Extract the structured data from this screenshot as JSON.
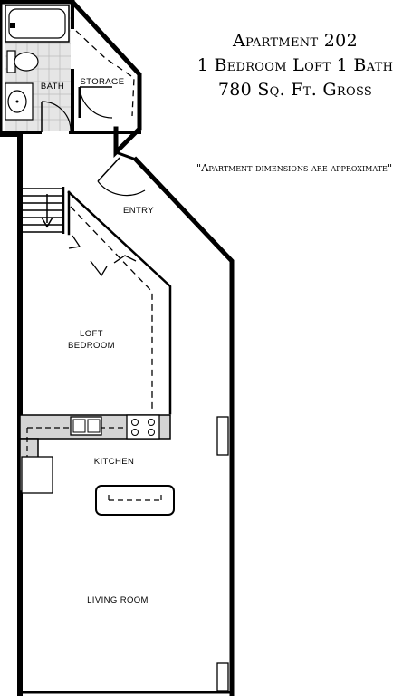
{
  "title": {
    "line1": "Apartment 202",
    "line2": "1 Bedroom Loft  1 Bath",
    "line3": "780 Sq. Ft. Gross"
  },
  "note": "\"Apartment dimensions are approximate\"",
  "rooms": {
    "bath": "BATH",
    "storage": "STORAGE",
    "entry": "ENTRY",
    "loft_line1": "LOFT",
    "loft_line2": "BEDROOM",
    "kitchen": "KITCHEN",
    "living": "LIVING ROOM"
  },
  "colors": {
    "wall": "#000000",
    "counter": "#d4d4d4",
    "tile": "#e2e2e2",
    "background": "#ffffff"
  }
}
